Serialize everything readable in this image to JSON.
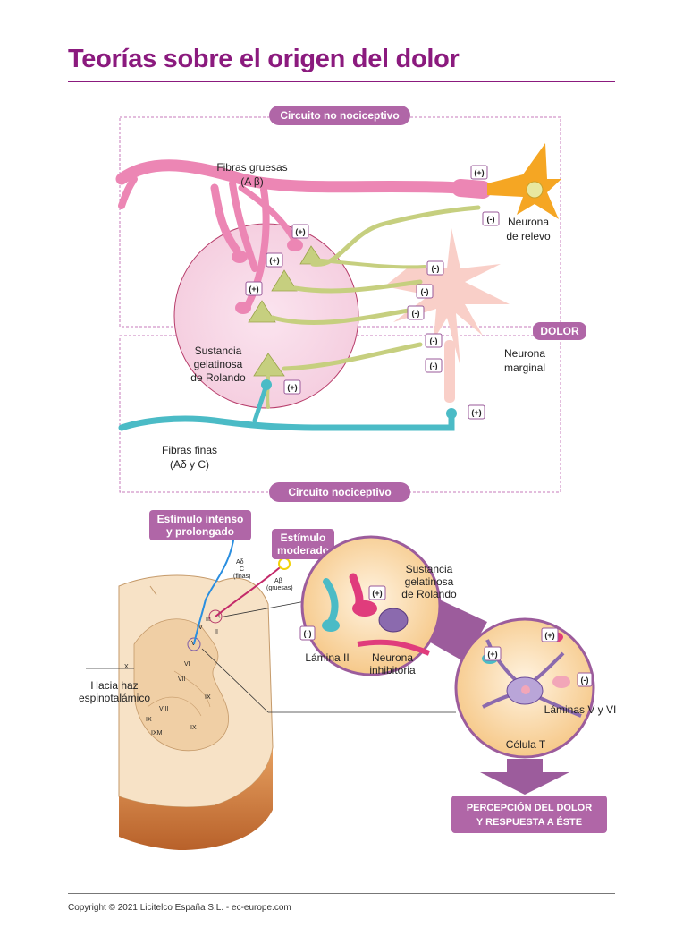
{
  "title": "Teorías sobre el origen del dolor",
  "footer": "Copyright © 2021 Licitelco España S.L. - ec-europe.com",
  "top": {
    "non_nociceptive": "Circuito no nociceptivo",
    "nociceptive": "Circuito nociceptivo",
    "dolor": "DOLOR",
    "thick_fibers": [
      "Fibras gruesas",
      "(A β)"
    ],
    "thin_fibers": [
      "Fibras finas",
      "(Aδ y C)"
    ],
    "relay_neuron": [
      "Neurona",
      "de relevo"
    ],
    "marginal_neuron": [
      "Neurona",
      "marginal"
    ],
    "gelatinosa": [
      "Sustancia",
      "gelatinosa",
      "de Rolando"
    ],
    "plus": "(+)",
    "minus": "(-)"
  },
  "bottom": {
    "intense": [
      "Estímulo intenso",
      "y prolongado"
    ],
    "moderate": [
      "Estímulo",
      "moderado"
    ],
    "fiber_thin": [
      "Aδ",
      "C",
      "(finas)"
    ],
    "fiber_thick": [
      "Aβ",
      "(gruesas)"
    ],
    "towards": [
      "Hacia haz",
      "espinotalámico"
    ],
    "gelatinosa": [
      "Sustancia",
      "gelatinosa",
      "de Rolando"
    ],
    "lamina_ii": "Lámina II",
    "inhibitory": [
      "Neurona",
      "inhibitoria"
    ],
    "laminae": "Láminas V y VI",
    "t_cell": "Célula T",
    "perception": [
      "PERCEPCIÓN DEL DOLOR",
      "Y RESPUESTA A ÉSTE"
    ],
    "laminae_numbers": [
      "I",
      "II",
      "III",
      "IV",
      "V",
      "VI",
      "VII",
      "VIII",
      "IX",
      "IX",
      "IX",
      "X",
      "IXM"
    ]
  },
  "colors": {
    "brand": "#8b1a7e",
    "pill": "#b066a7",
    "pink_fiber": "#ec86b4",
    "green_neuron": "#c6cf7f",
    "blue_fiber": "#4bbbc6",
    "orange_neuron": "#f5a623"
  }
}
